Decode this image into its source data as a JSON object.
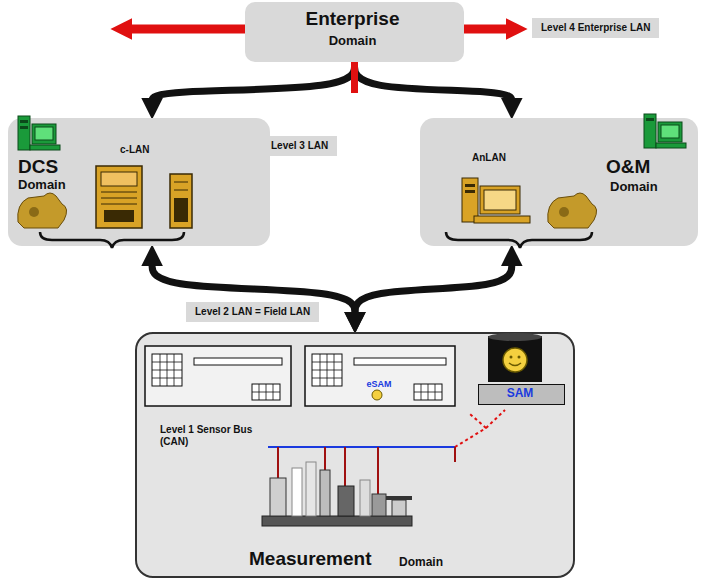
{
  "diagram": {
    "nodes": [
      {
        "text": [
          "Enterprise",
          "Domain"
        ]
      },
      {
        "text": [
          "Level 4 Enterprise LAN"
        ]
      },
      {
        "text": [
          "DCS",
          "Domain",
          "c-LAN"
        ]
      },
      {
        "text": [
          "Level 3 LAN"
        ]
      },
      {
        "text": [
          "AnLAN",
          "O&M",
          "Domain"
        ]
      },
      {
        "text": [
          "Level 2 LAN = Field LAN"
        ]
      },
      {
        "text": [
          "Measurement",
          "Domain"
        ]
      },
      {
        "text": [
          "eSAM"
        ],
        "in": 6
      },
      {
        "text": [
          "SAM"
        ],
        "in": 6
      }
    ],
    "edges": [
      {
        "from": 0,
        "to": 2,
        "arrow": "to"
      },
      {
        "from": 0,
        "to": 4,
        "arrow": "to"
      },
      {
        "from": 2,
        "to": 6,
        "arrow": "both"
      },
      {
        "from": 4,
        "to": 6,
        "arrow": "both"
      }
    ],
    "labels": [
      "Level 1 Sensor Bus (CAN)"
    ]
  }
}
